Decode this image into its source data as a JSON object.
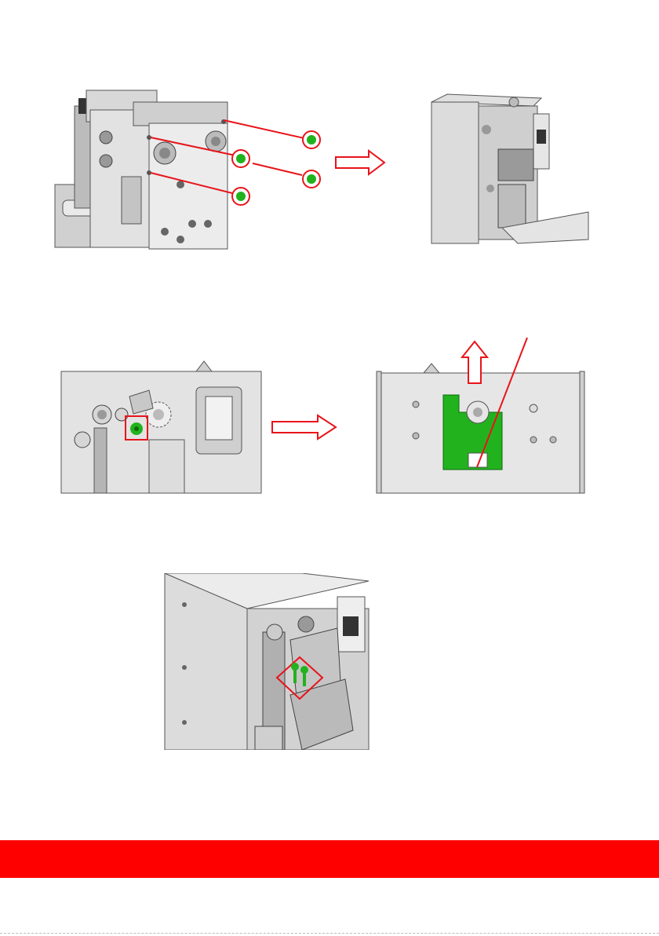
{
  "page": {
    "background": "#ffffff",
    "footer_bar_color": "#ff0000"
  },
  "figures": [
    {
      "name": "step-1-remove-side-screws",
      "parts": [
        "printer-mechanism-side-view",
        "callout-screw",
        "callout-screw",
        "callout-screw",
        "callout-screw",
        "arrow-right",
        "printer-mechanism-opened"
      ]
    },
    {
      "name": "step-2-remove-lever-and-board",
      "parts": [
        "front-panel-with-gear",
        "arrow-right",
        "front-panel-with-green-bracket",
        "arrow-up"
      ]
    },
    {
      "name": "step-3-remove-head-screws",
      "parts": [
        "mechanism-perspective-with-screws"
      ]
    }
  ],
  "colors": {
    "callout": "#e8141b",
    "highlight_part": "#22b21e",
    "metal_light": "#e4e4e4",
    "metal_mid": "#c8c8c8",
    "metal_dark": "#8a8a8a",
    "outline": "#4a4a4a"
  }
}
